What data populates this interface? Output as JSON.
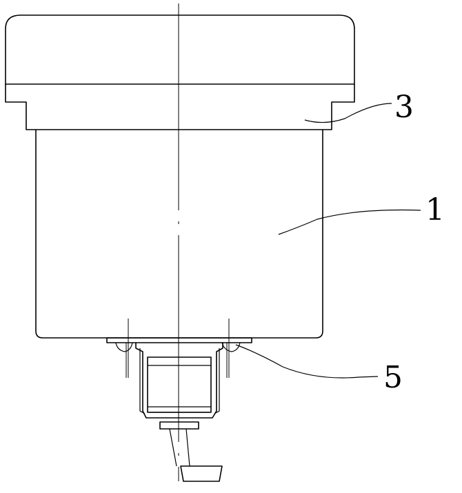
{
  "diagram": {
    "labels": {
      "cap": "3",
      "body": "1",
      "fastener": "5"
    },
    "colors": {
      "stroke": "#000000",
      "background": "#ffffff"
    }
  }
}
